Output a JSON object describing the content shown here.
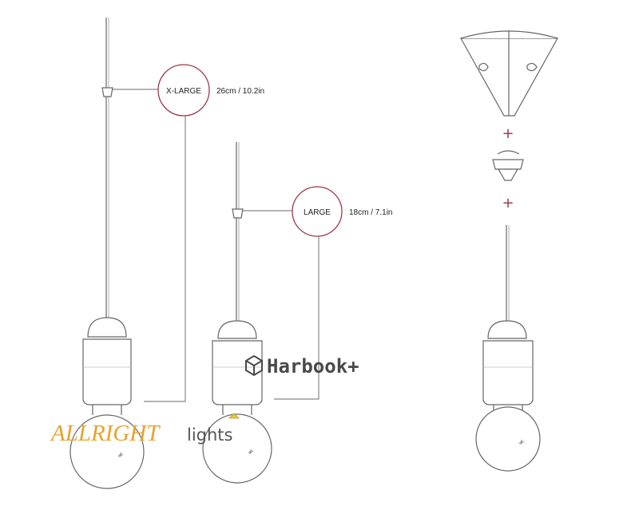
{
  "sizes": {
    "xlarge": {
      "label": "X-LARGE",
      "dimension": "26cm / 10.2in"
    },
    "large": {
      "label": "LARGE",
      "dimension": "18cm / 7.1in"
    }
  },
  "assembly": {
    "plus_1": "+",
    "plus_2": "+"
  },
  "watermarks": {
    "harbook": "Harbook+",
    "allright": "ALLRIGHT",
    "lights": "lights"
  },
  "colors": {
    "circle_stroke": "#9a3a4a",
    "line": "#666666",
    "allright": "#e6a32e"
  }
}
